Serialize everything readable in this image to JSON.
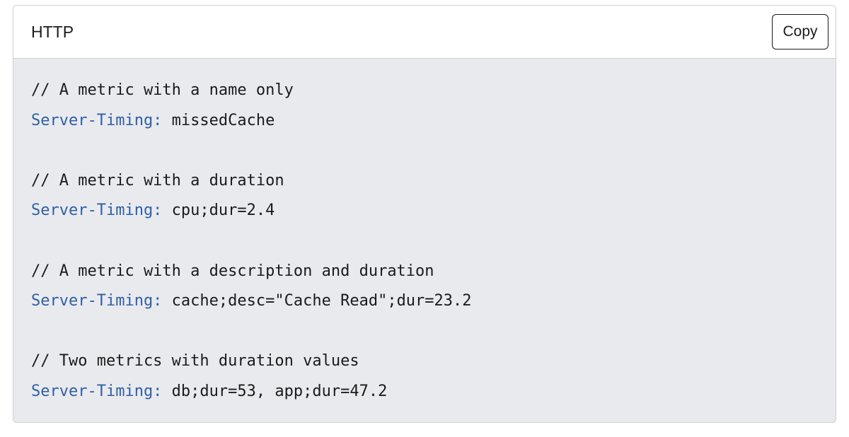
{
  "code_block": {
    "language": "HTTP",
    "copy_label": "Copy",
    "lines": [
      {
        "comment": "// A metric with a name only",
        "header": "",
        "value": ""
      },
      {
        "comment": "",
        "header": "Server-Timing:",
        "value": " missedCache"
      },
      {
        "comment": "",
        "header": "",
        "value": ""
      },
      {
        "comment": "// A metric with a duration",
        "header": "",
        "value": ""
      },
      {
        "comment": "",
        "header": "Server-Timing:",
        "value": " cpu;dur=2.4"
      },
      {
        "comment": "",
        "header": "",
        "value": ""
      },
      {
        "comment": "// A metric with a description and duration",
        "header": "",
        "value": ""
      },
      {
        "comment": "",
        "header": "Server-Timing:",
        "value": " cache;desc=\"Cache Read\";dur=23.2"
      },
      {
        "comment": "",
        "header": "",
        "value": ""
      },
      {
        "comment": "// Two metrics with duration values",
        "header": "",
        "value": ""
      },
      {
        "comment": "",
        "header": "Server-Timing:",
        "value": " db;dur=53, app;dur=47.2"
      }
    ]
  },
  "colors": {
    "header_name": "#2e5fa6",
    "code_background": "#e9eaee",
    "text": "#1b1b1b"
  }
}
